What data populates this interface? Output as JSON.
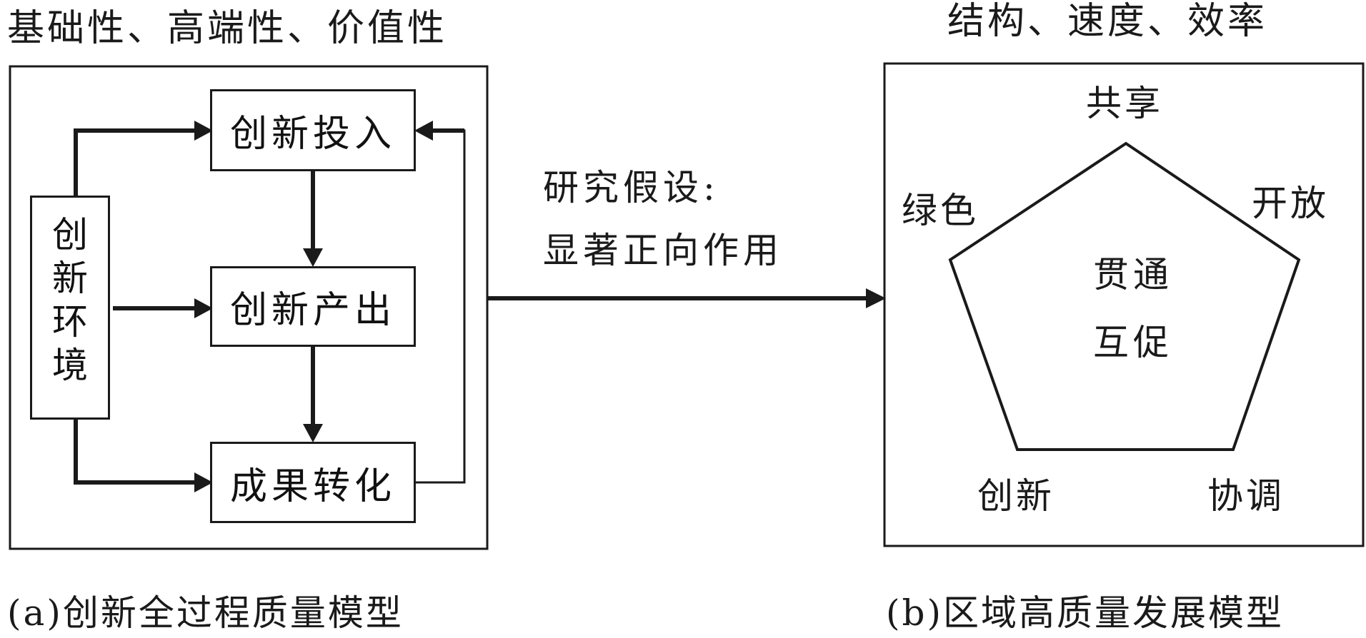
{
  "left_panel": {
    "header": "基础性、高端性、价值性",
    "env_box": [
      "创",
      "新",
      "环",
      "境"
    ],
    "process_boxes": {
      "input": "创新投入",
      "output": "创新产出",
      "transform": "成果转化"
    },
    "caption": "(a)创新全过程质量模型"
  },
  "hypothesis": {
    "line1": "研究假设:",
    "line2": "显著正向作用"
  },
  "right_panel": {
    "header": "结构、速度、效率",
    "vertices": {
      "top": "共享",
      "upper_left": "绿色",
      "upper_right": "开放",
      "lower_left": "创新",
      "lower_right": "协调"
    },
    "center_line1": "贯通",
    "center_line2": "互促",
    "caption": "(b)区域高质量发展模型"
  }
}
